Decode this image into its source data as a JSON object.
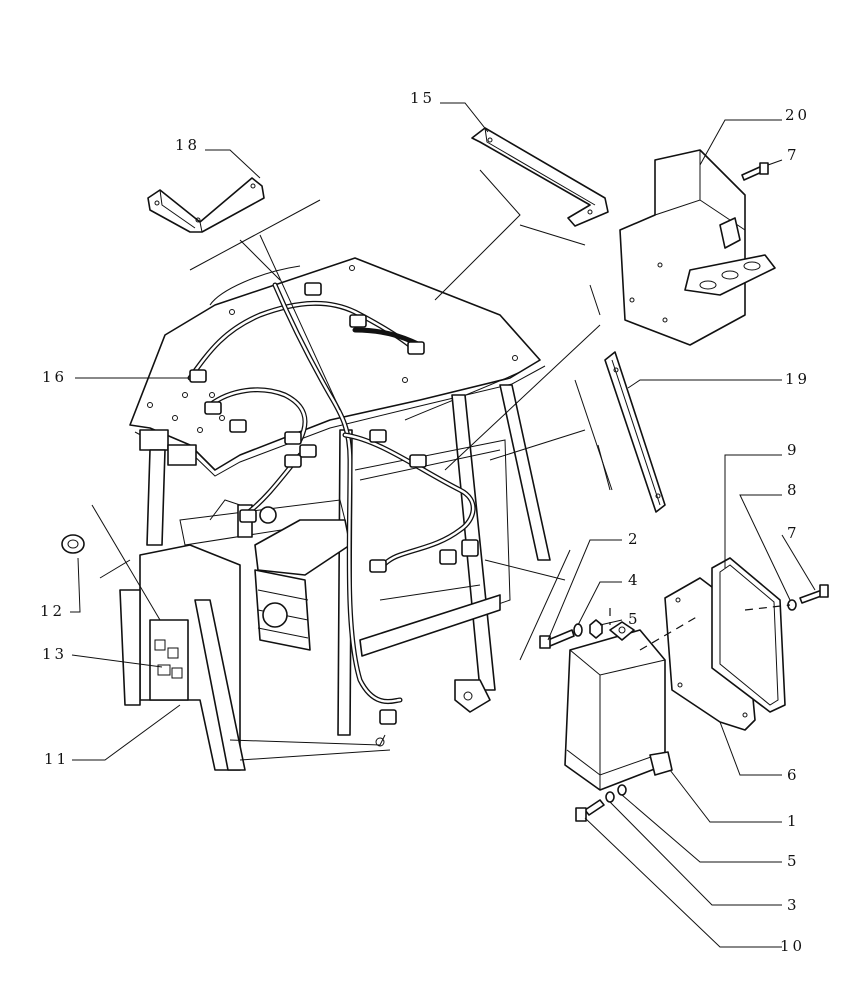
{
  "diagram": {
    "callouts": [
      {
        "id": "c1",
        "label": "1"
      },
      {
        "id": "c2",
        "label": "2"
      },
      {
        "id": "c3",
        "label": "3"
      },
      {
        "id": "c4",
        "label": "4"
      },
      {
        "id": "c5a",
        "label": "5"
      },
      {
        "id": "c5b",
        "label": "5"
      },
      {
        "id": "c6",
        "label": "6"
      },
      {
        "id": "c7a",
        "label": "7"
      },
      {
        "id": "c7b",
        "label": "7"
      },
      {
        "id": "c8",
        "label": "8"
      },
      {
        "id": "c9",
        "label": "9"
      },
      {
        "id": "c10",
        "label": "10"
      },
      {
        "id": "c11",
        "label": "11"
      },
      {
        "id": "c12",
        "label": "12"
      },
      {
        "id": "c13",
        "label": "13"
      },
      {
        "id": "c15",
        "label": "15"
      },
      {
        "id": "c16",
        "label": "16"
      },
      {
        "id": "c18",
        "label": "18"
      },
      {
        "id": "c19",
        "label": "19"
      },
      {
        "id": "c20",
        "label": "20"
      }
    ],
    "line_color": "#111111",
    "background": "#ffffff"
  }
}
